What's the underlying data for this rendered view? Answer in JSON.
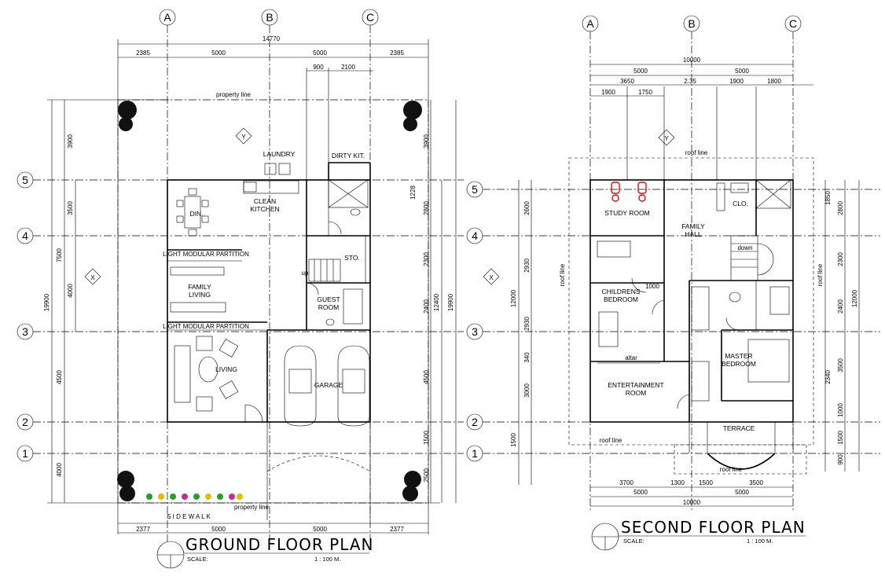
{
  "ground_floor": {
    "title": "GROUND FLOOR PLAN",
    "scale_label": "SCALE:",
    "scale_value": "1 : 100   M.",
    "grid_cols": [
      "A",
      "B",
      "C"
    ],
    "grid_rows": [
      "5",
      "4",
      "3",
      "2",
      "1"
    ],
    "dims_top_total": "14770",
    "dims_top": [
      "2385",
      "5000",
      "5000",
      "2385"
    ],
    "dims_top_small": [
      "900",
      "2100"
    ],
    "dims_bottom": [
      "2377",
      "5000",
      "5000",
      "2377"
    ],
    "dims_left": [
      "3900",
      "3500",
      "4000",
      "4500",
      "4000"
    ],
    "dims_left_group": [
      "7500",
      "19900"
    ],
    "dims_right": [
      "3900",
      "1228",
      "2800",
      "2300",
      "2400",
      "4500",
      "1500",
      "2500"
    ],
    "dims_right_group": [
      "12400",
      "19900"
    ],
    "rooms": {
      "laundry": "LAUNDRY",
      "dirty_kitchen": "DIRTY KIT.",
      "clean_kitchen_1": "CLEAN",
      "clean_kitchen_2": "KITCHEN",
      "dining": "DIN.",
      "storage": "STO.",
      "family_living_1": "FAMILY",
      "family_living_2": "LIVING",
      "guest_room_1": "GUEST",
      "guest_room_2": "ROOM",
      "living": "LIVING",
      "garage": "GARAGE",
      "partition_1": "LIGHT MODULAR PARTITION",
      "partition_2": "LIGHT MODULAR PARTITION",
      "up": "up",
      "property_line_top": "property line",
      "property_line_bottom": "property line",
      "sidewalk": "S I D E W A L K"
    },
    "markers": [
      "Y",
      "X"
    ]
  },
  "second_floor": {
    "title": "SECOND FLOOR PLAN",
    "scale_label": "SCALE:",
    "scale_value": "1 : 100   M.",
    "grid_cols": [
      "A",
      "B",
      "C"
    ],
    "grid_rows": [
      "5",
      "4",
      "3",
      "2",
      "1"
    ],
    "dims_top_total": "10000",
    "dims_top": [
      "5000",
      "5000"
    ],
    "dims_top_detail": [
      "3650",
      "2.35",
      "1900",
      "1800"
    ],
    "dims_top_small": [
      "1900",
      "1750"
    ],
    "dims_bottom": [
      "3700",
      "1300",
      "1500",
      "3500"
    ],
    "dims_bottom_2": [
      "5000",
      "5000"
    ],
    "dims_bottom_total": "10000",
    "dims_left": [
      "2600",
      "2930",
      "2930",
      "340",
      "3000",
      "1500"
    ],
    "dims_left_total": "12000",
    "dims_right": [
      "1850",
      "2800",
      "2300",
      "2400",
      "3500",
      "2340",
      "1000",
      "1500",
      "900"
    ],
    "dims_right_group": [
      "12000"
    ],
    "rooms": {
      "study_room": "STUDY ROOM",
      "family_hall_1": "FAMILY",
      "family_hall_2": "HALL",
      "closet": "CLO.",
      "down": "down",
      "childrens_bedroom_1": "CHILDRENS",
      "childrens_bedroom_2": "BEDROOM",
      "master_bedroom_1": "MASTER",
      "master_bedroom_2": "BEDROOM",
      "entertainment_room_1": "ENTERTAINMENT",
      "entertainment_room_2": "ROOM",
      "terrace": "TERRACE",
      "altar": "altar",
      "roof_line_top": "roof line",
      "roof_line_left": "roof line",
      "roof_line_right": "roof line",
      "roof_line_bottom_left": "roof line",
      "roof_line_bottom_right": "roof line",
      "dim_1000": "1000"
    },
    "markers": [
      "Y",
      "X"
    ]
  }
}
